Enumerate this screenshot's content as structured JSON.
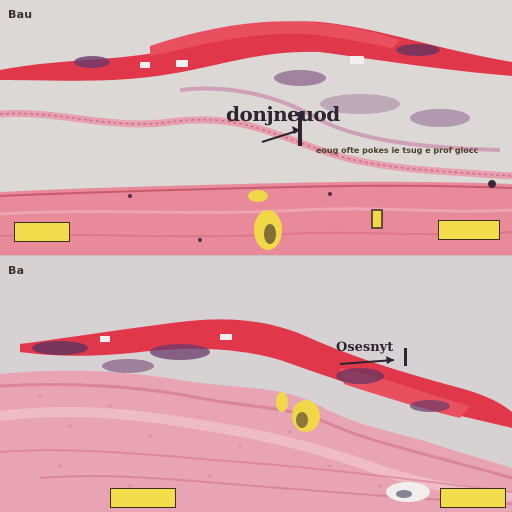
{
  "panels": [
    {
      "label": "Bau",
      "annotation_main": "donjneuod",
      "annotation_sub": "eoug ofte pokes ie tsug e prof glocc"
    },
    {
      "label": "Ba",
      "annotation_main": "Osesnyt"
    }
  ],
  "colors": {
    "tissue_pink": "#e88a9a",
    "tissue_red": "#e0384a",
    "background": "#dcd8d6",
    "label_yellow": "#f2dc4c"
  }
}
